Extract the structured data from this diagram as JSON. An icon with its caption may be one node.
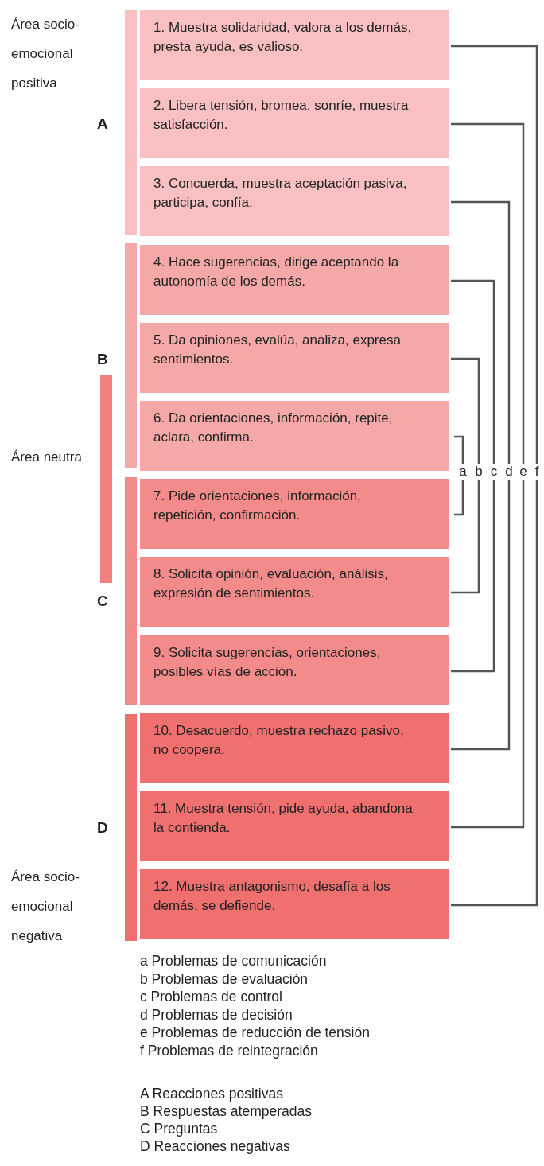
{
  "diagram": {
    "nodes": [
      {
        "text": [
          "1. Muestra solidaridad, valora a los demás, presta ayuda, es valioso."
        ]
      },
      {
        "text": [
          "2. Libera tensión, bromea, sonríe, muestra satisfacción."
        ]
      },
      {
        "text": [
          "3. Concuerda, muestra aceptación pasiva, participa, confía."
        ]
      },
      {
        "text": [
          "4. Hace sugerencias, dirige aceptando la autonomía de los demás."
        ]
      },
      {
        "text": [
          "5. Da opiniones, evalúa, analiza, expresa sentimientos."
        ]
      },
      {
        "text": [
          "6. Da orientaciones, información, repite, aclara, confirma."
        ]
      },
      {
        "text": [
          "7. Pide orientaciones, información, repetición, confirmación."
        ]
      },
      {
        "text": [
          "8. Solicita opinión, evaluación, análisis, expresión de sentimientos."
        ]
      },
      {
        "text": [
          "9. Solicita sugerencias, orientaciones, posibles vías de acción."
        ]
      },
      {
        "text": [
          "10. Desacuerdo, muestra rechazo pasivo, no coopera."
        ]
      },
      {
        "text": [
          "11. Muestra tensión, pide ayuda, abandona la contienda."
        ]
      },
      {
        "text": [
          "12. Muestra antagonismo, desafía a los demás, se defiende."
        ]
      },
      {
        "text": [],
        "shape": "bar"
      },
      {
        "text": [],
        "shape": "bar"
      },
      {
        "text": [],
        "shape": "bar"
      },
      {
        "text": [],
        "shape": "bar"
      },
      {
        "text": [],
        "shape": "bar"
      }
    ],
    "edges": [
      {
        "from": 5,
        "to": 6,
        "arrow": "none",
        "label": "a"
      },
      {
        "from": 4,
        "to": 7,
        "arrow": "none",
        "label": "b"
      },
      {
        "from": 3,
        "to": 8,
        "arrow": "none",
        "label": "c"
      },
      {
        "from": 2,
        "to": 9,
        "arrow": "none",
        "label": "d"
      },
      {
        "from": 1,
        "to": 10,
        "arrow": "none",
        "label": "e"
      },
      {
        "from": 0,
        "to": 11,
        "arrow": "none",
        "label": "f"
      }
    ],
    "labels": [
      "Área socio-emocional positiva",
      "A",
      "B",
      "Área neutra",
      "C",
      "D",
      "Área socio-emocional negativa",
      "a Problemas de comunicación",
      "b Problemas de evaluación",
      "c Problemas de control",
      "d Problemas de decisión",
      "e Problemas de reducción de tensión",
      "f Problemas de reintegración",
      "A Reacciones positivas",
      "B Respuestas atemperadas",
      "C Preguntas",
      "D Reacciones negativas"
    ]
  }
}
